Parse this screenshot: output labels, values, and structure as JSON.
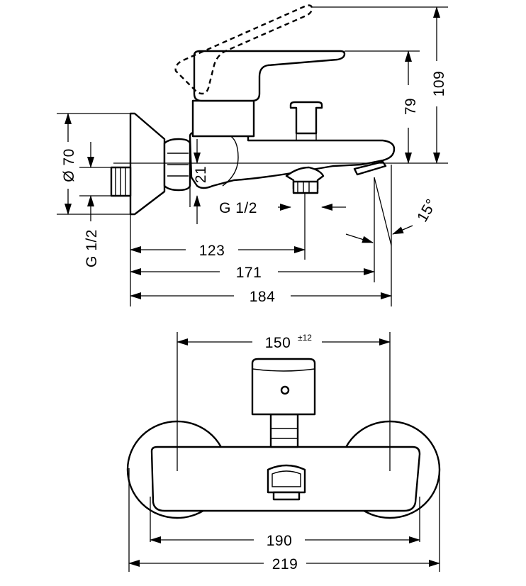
{
  "side_view": {
    "dims": {
      "height_109": "109",
      "height_79": "79",
      "rosette_dia": "Ø 70",
      "inlet_thread": "G 1/2",
      "offset_21": "21",
      "outlet_thread": "G 1/2",
      "spout_angle": "15°",
      "len_123": "123",
      "len_171": "171",
      "len_184": "184"
    }
  },
  "front_view": {
    "dims": {
      "centers": "150",
      "centers_tol": "±12",
      "body_width": "190",
      "overall_width": "219"
    }
  }
}
